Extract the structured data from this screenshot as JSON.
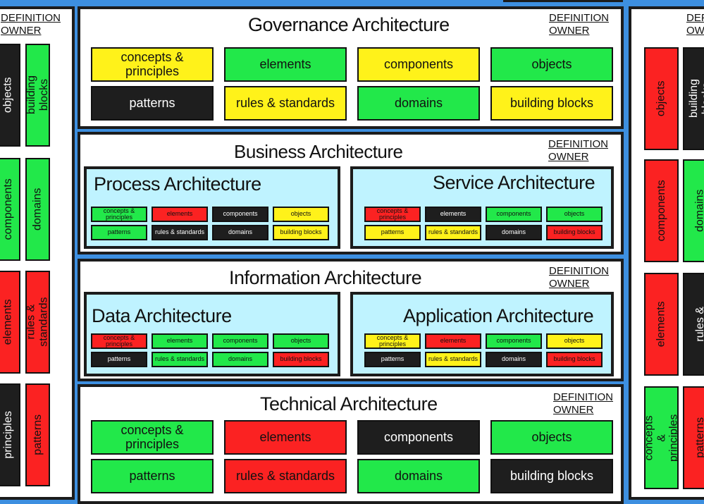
{
  "colors": {
    "green": "#22e84a",
    "yellow": "#fff21a",
    "red": "#fb2222",
    "black": "#1e1e1e",
    "sub_panel": "#bff3ff",
    "background": "#3d8fe0"
  },
  "definition_owner": {
    "line1": "DEFINITION",
    "line2": "OWNER"
  },
  "governance": {
    "title": "Governance Architecture",
    "tiles": [
      {
        "label": "concepts & principles",
        "color": "yellow"
      },
      {
        "label": "elements",
        "color": "green"
      },
      {
        "label": "components",
        "color": "yellow"
      },
      {
        "label": "objects",
        "color": "green"
      },
      {
        "label": "patterns",
        "color": "black"
      },
      {
        "label": "rules & standards",
        "color": "yellow"
      },
      {
        "label": "domains",
        "color": "green"
      },
      {
        "label": "building blocks",
        "color": "yellow"
      }
    ]
  },
  "business": {
    "title": "Business Architecture",
    "process": {
      "title": "Process Architecture",
      "tiles": [
        {
          "label": "concepts & principles",
          "color": "green"
        },
        {
          "label": "elements",
          "color": "red"
        },
        {
          "label": "components",
          "color": "black"
        },
        {
          "label": "objects",
          "color": "yellow"
        },
        {
          "label": "patterns",
          "color": "green"
        },
        {
          "label": "rules & standards",
          "color": "black"
        },
        {
          "label": "domains",
          "color": "black"
        },
        {
          "label": "building blocks",
          "color": "yellow"
        }
      ]
    },
    "service": {
      "title": "Service Architecture",
      "tiles": [
        {
          "label": "concepts & principles",
          "color": "red"
        },
        {
          "label": "elements",
          "color": "black"
        },
        {
          "label": "components",
          "color": "green"
        },
        {
          "label": "objects",
          "color": "green"
        },
        {
          "label": "patterns",
          "color": "yellow"
        },
        {
          "label": "rules & standards",
          "color": "yellow"
        },
        {
          "label": "domains",
          "color": "black"
        },
        {
          "label": "building blocks",
          "color": "red"
        }
      ]
    }
  },
  "information": {
    "title": "Information Architecture",
    "data": {
      "title": "Data Architecture",
      "tiles": [
        {
          "label": "concepts & principles",
          "color": "red"
        },
        {
          "label": "elements",
          "color": "green"
        },
        {
          "label": "components",
          "color": "green"
        },
        {
          "label": "objects",
          "color": "green"
        },
        {
          "label": "patterns",
          "color": "black"
        },
        {
          "label": "rules & standards",
          "color": "green"
        },
        {
          "label": "domains",
          "color": "green"
        },
        {
          "label": "building blocks",
          "color": "red"
        }
      ]
    },
    "application": {
      "title": "Application Architecture",
      "tiles": [
        {
          "label": "concepts & principles",
          "color": "yellow"
        },
        {
          "label": "elements",
          "color": "red"
        },
        {
          "label": "components",
          "color": "green"
        },
        {
          "label": "objects",
          "color": "yellow"
        },
        {
          "label": "patterns",
          "color": "black"
        },
        {
          "label": "rules & standards",
          "color": "yellow"
        },
        {
          "label": "domains",
          "color": "black"
        },
        {
          "label": "building blocks",
          "color": "red"
        }
      ]
    }
  },
  "technical": {
    "title": "Technical Architecture",
    "tiles": [
      {
        "label": "concepts & principles",
        "color": "green"
      },
      {
        "label": "elements",
        "color": "red"
      },
      {
        "label": "components",
        "color": "black"
      },
      {
        "label": "objects",
        "color": "green"
      },
      {
        "label": "patterns",
        "color": "green"
      },
      {
        "label": "rules & standards",
        "color": "red"
      },
      {
        "label": "domains",
        "color": "green"
      },
      {
        "label": "building blocks",
        "color": "black"
      }
    ]
  },
  "left_column": {
    "definition_owner": {
      "line1": "DEFINITION",
      "line2": "OWNER"
    },
    "tiles": [
      {
        "label": "objects",
        "color": "black"
      },
      {
        "label": "building blocks",
        "color": "green"
      },
      {
        "label": "components",
        "color": "green"
      },
      {
        "label": "domains",
        "color": "green"
      },
      {
        "label": "elements",
        "color": "red"
      },
      {
        "label": "rules & standards",
        "color": "red"
      },
      {
        "label": "principles",
        "color": "black"
      },
      {
        "label": "patterns",
        "color": "red"
      }
    ]
  },
  "right_column": {
    "definition_owner": {
      "line1": "DEFI",
      "line2": "OWN"
    },
    "tiles": [
      {
        "label": "objects",
        "color": "red"
      },
      {
        "label": "building blocks",
        "color": "black"
      },
      {
        "label": "components",
        "color": "red"
      },
      {
        "label": "domains",
        "color": "green"
      },
      {
        "label": "elements",
        "color": "red"
      },
      {
        "label": "rules &",
        "color": "black"
      },
      {
        "label": "concepts & principles",
        "color": "green"
      },
      {
        "label": "patterns",
        "color": "red"
      }
    ]
  }
}
